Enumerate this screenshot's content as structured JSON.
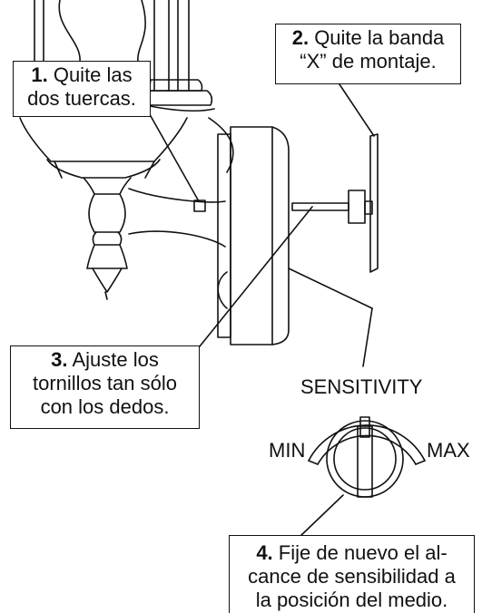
{
  "callouts": {
    "step1": {
      "number": "1.",
      "text_line1": "Quite las",
      "text_line2": "dos tuercas."
    },
    "step2": {
      "number": "2.",
      "text_line1": "Quite la banda",
      "text_line2": "“X” de montaje."
    },
    "step3": {
      "number": "3.",
      "text_line1": "Ajuste los",
      "text_line2": "tornillos tan sólo",
      "text_line3": "con los dedos."
    },
    "step4": {
      "number": "4.",
      "text_line1": "Fije de nuevo el al-",
      "text_line2": "cance de sensibilidad a",
      "text_line3": "la posición del medio."
    }
  },
  "dial": {
    "title": "SENSITIVITY",
    "min_label": "MIN",
    "max_label": "MAX"
  }
}
